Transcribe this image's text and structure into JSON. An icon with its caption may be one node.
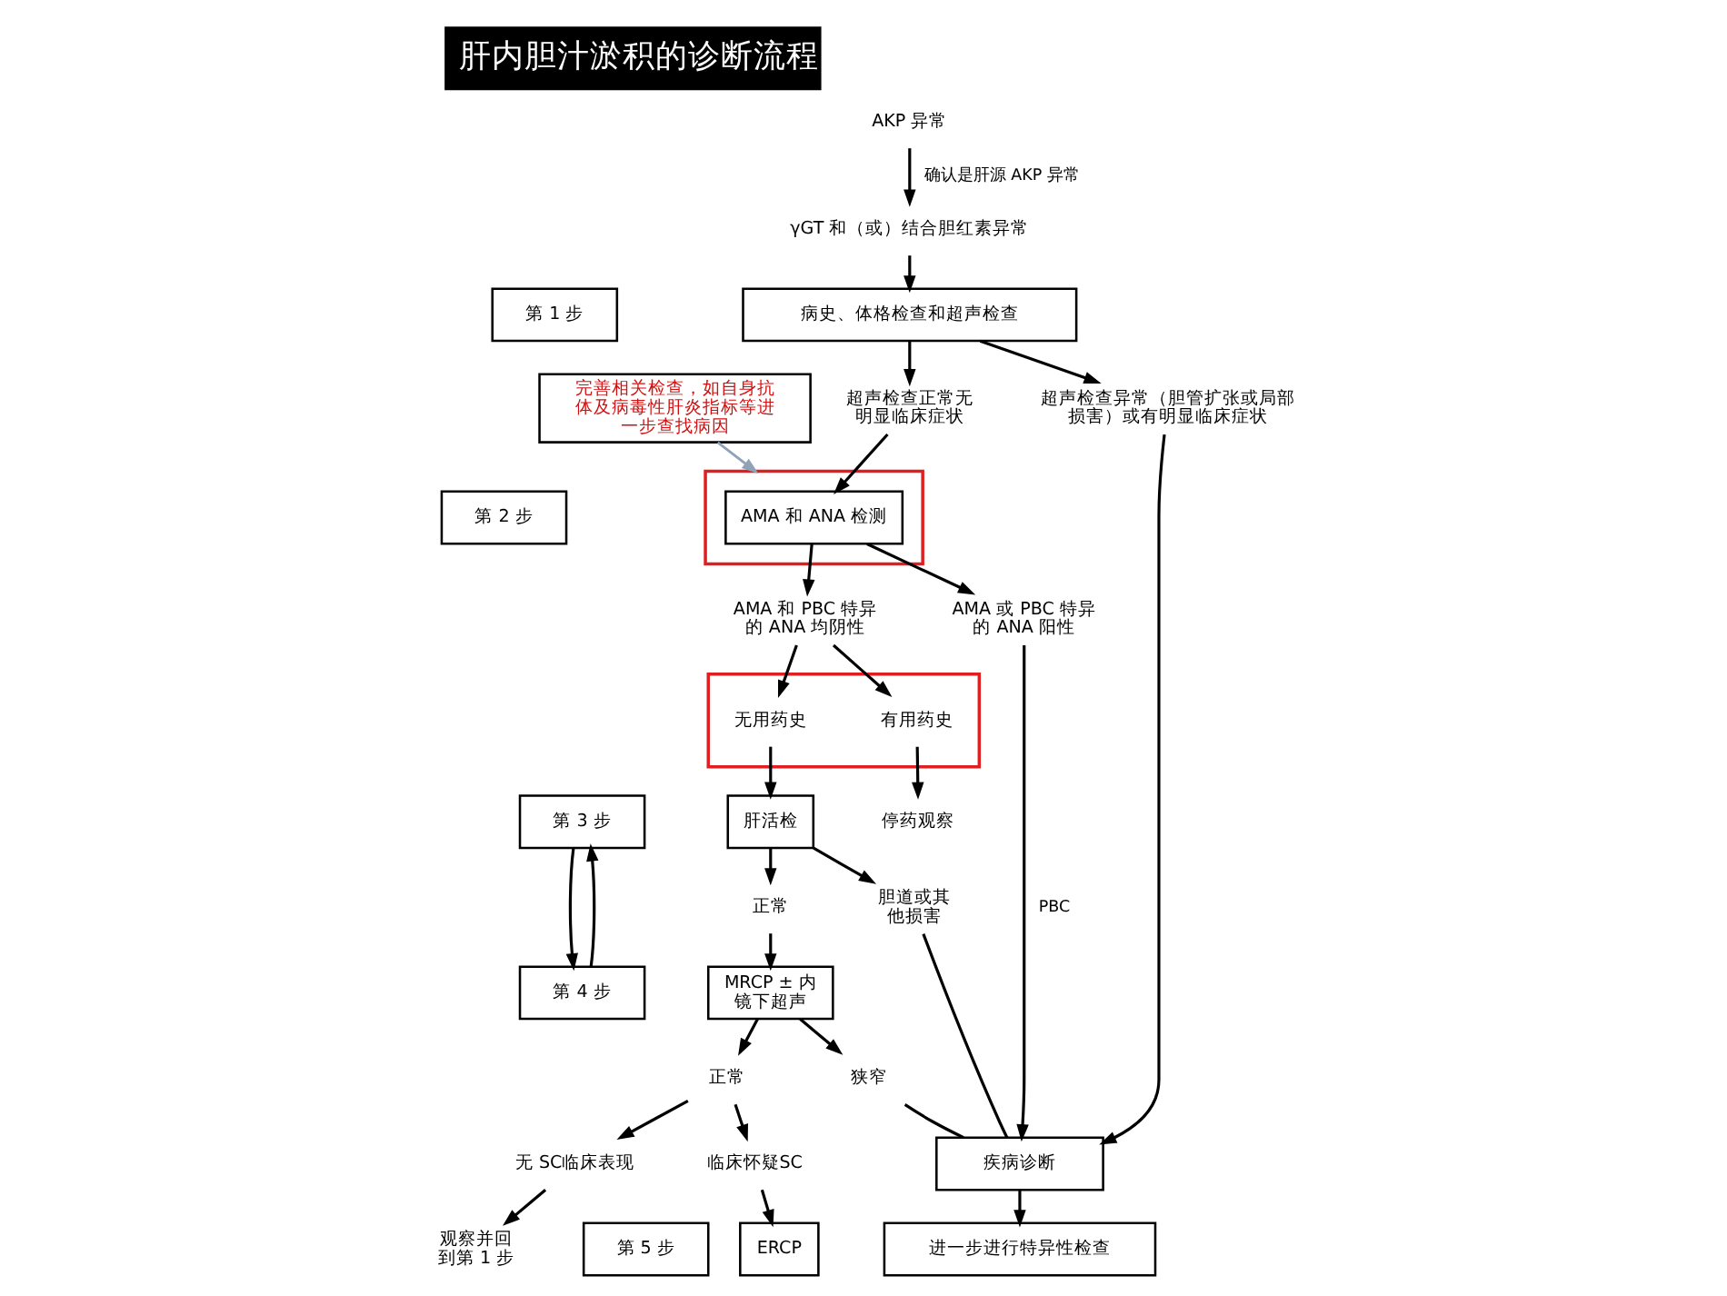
{
  "diagram": {
    "title": "肝内胆汁淤积的诊断流程",
    "nodes": [
      {
        "text": [
          "AKP 异常"
        ]
      },
      {
        "text": [
          "γGT 和（或）结合胆红素异常"
        ]
      },
      {
        "text": [
          "第 1 步"
        ]
      },
      {
        "text": [
          "病史、体格检查和超声检查"
        ]
      },
      {
        "text": [
          "超声检查正常无明显临床症状"
        ]
      },
      {
        "text": [
          "超声检查异常（胆管扩张或局部损害）或有明显临床症状"
        ]
      },
      {
        "text": [
          "第 2 步"
        ]
      },
      {
        "text": [],
        "shape": "box"
      },
      {
        "text": [
          "AMA 和 ANA 检测"
        ],
        "in": 7
      },
      {
        "text": [
          "完善相关检查，如自身抗体及病毒性肝炎指标等进一步查找病因"
        ]
      },
      {
        "text": [
          "AMA 和 PBC 特异的 ANA 均阴性"
        ]
      },
      {
        "text": [
          "AMA 或 PBC 特异的 ANA 阳性"
        ]
      },
      {
        "text": [],
        "shape": "box"
      },
      {
        "text": [
          "无用药史"
        ],
        "in": 12
      },
      {
        "text": [
          "有用药史"
        ],
        "in": 12
      },
      {
        "text": [
          "疾病诊断"
        ]
      },
      {
        "text": [
          "第 3 步"
        ]
      },
      {
        "text": [
          "肝活检"
        ]
      },
      {
        "text": [
          "停药观察"
        ]
      },
      {
        "text": [
          "正常"
        ]
      },
      {
        "text": [
          "胆道或其他损害"
        ]
      },
      {
        "text": [
          "第 4 步"
        ]
      },
      {
        "text": [
          "MRCP ± 内镜下超声"
        ]
      },
      {
        "text": [
          "正常"
        ]
      },
      {
        "text": [
          "狭窄"
        ]
      },
      {
        "text": [
          "无 SC临床表现"
        ]
      },
      {
        "text": [
          "临床怀疑SC"
        ]
      },
      {
        "text": [
          "第 5 步"
        ]
      },
      {
        "text": [
          "观察并回到第 1 步"
        ]
      },
      {
        "text": [
          "ERCP"
        ]
      },
      {
        "text": [
          "进一步进行特异性检查"
        ]
      }
    ],
    "edges": [
      {
        "from": 0,
        "to": 1,
        "arrow": "to",
        "label": "确认是肝源 AKP 异常"
      },
      {
        "from": 1,
        "to": 3,
        "arrow": "to"
      },
      {
        "from": 3,
        "to": 4,
        "arrow": "to"
      },
      {
        "from": 3,
        "to": 5,
        "arrow": "to"
      },
      {
        "from": 4,
        "to": 8,
        "arrow": "to"
      },
      {
        "from": 5,
        "to": 15,
        "arrow": "to"
      },
      {
        "from": 8,
        "to": 10,
        "arrow": "to"
      },
      {
        "from": 8,
        "to": 11,
        "arrow": "to"
      },
      {
        "from": 9,
        "to": 7,
        "arrow": "to",
        "color": "#8fa3b8"
      },
      {
        "from": 10,
        "to": 13,
        "arrow": "to"
      },
      {
        "from": 10,
        "to": 14,
        "arrow": "to"
      },
      {
        "from": 11,
        "to": 15,
        "arrow": "to",
        "label": "PBC"
      },
      {
        "from": 13,
        "to": 17,
        "arrow": "to"
      },
      {
        "from": 14,
        "to": 18,
        "arrow": "to"
      },
      {
        "from": 17,
        "to": 19,
        "arrow": "to"
      },
      {
        "from": 17,
        "to": 20,
        "arrow": "to"
      },
      {
        "from": 20,
        "to": 15,
        "arrow": "none"
      },
      {
        "from": 19,
        "to": 22,
        "arrow": "to"
      },
      {
        "from": 22,
        "to": 23,
        "arrow": "to"
      },
      {
        "from": 22,
        "to": 24,
        "arrow": "to"
      },
      {
        "from": 24,
        "to": 15,
        "arrow": "none"
      },
      {
        "from": 23,
        "to": 25,
        "arrow": "to"
      },
      {
        "from": 23,
        "to": 26,
        "arrow": "to"
      },
      {
        "from": 25,
        "to": 28,
        "arrow": "to"
      },
      {
        "from": 26,
        "to": 29,
        "arrow": "to"
      },
      {
        "from": 15,
        "to": 30,
        "arrow": "to"
      },
      {
        "from": 16,
        "to": 21,
        "arrow": "to"
      },
      {
        "from": 21,
        "to": 16,
        "arrow": "to"
      }
    ]
  }
}
